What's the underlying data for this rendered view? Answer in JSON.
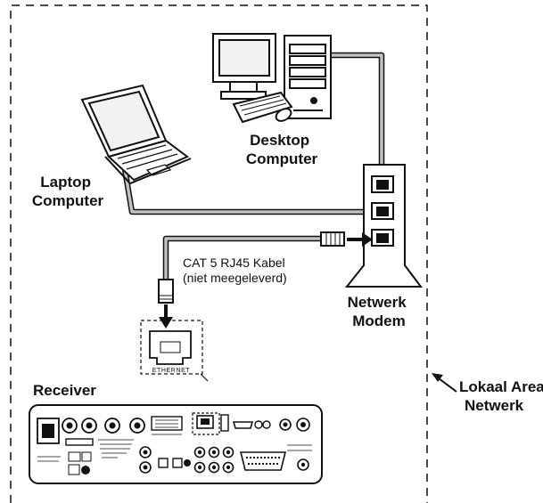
{
  "labels": {
    "desktop": [
      "Desktop",
      "Computer"
    ],
    "laptop": [
      "Laptop",
      "Computer"
    ],
    "modem": [
      "Netwerk",
      "Modem"
    ],
    "cable": [
      "CAT 5 RJ45 Kabel",
      "(niet meegeleverd)"
    ],
    "receiver": "Receiver",
    "lan": [
      "Lokaal Area",
      "Netwerk"
    ],
    "ethernet_port": "ETHERNET"
  },
  "colors": {
    "line": "#111111",
    "cable": "#bdbdbd"
  }
}
